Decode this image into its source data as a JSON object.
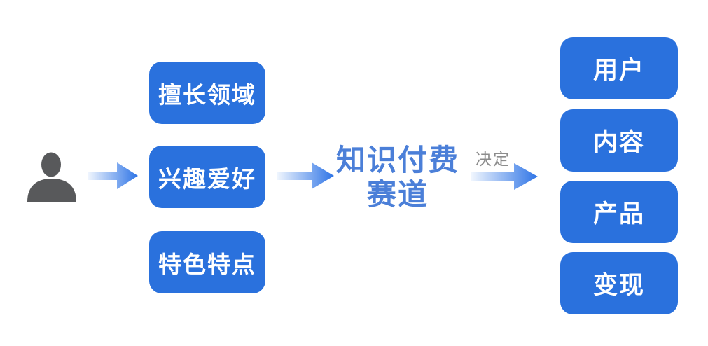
{
  "diagram": {
    "person_icon": "person-icon",
    "source_boxes": [
      {
        "label": "擅长领域"
      },
      {
        "label": "兴趣爱好"
      },
      {
        "label": "特色特点"
      }
    ],
    "center_node": {
      "line1": "知识付费",
      "line2": "赛道"
    },
    "decide_label": "决定",
    "outcome_boxes": [
      {
        "label": "用户"
      },
      {
        "label": "内容"
      },
      {
        "label": "产品"
      },
      {
        "label": "变现"
      }
    ],
    "colors": {
      "box_blue": "#2A71DD",
      "center_text_blue": "#4B7FD8",
      "arrow_gradient_start": "#F2F7FE",
      "arrow_gradient_end": "#2E74E6",
      "person_gray": "#58595B",
      "decide_label_gray": "#8C8C8C",
      "background": "#FFFFFF"
    }
  }
}
